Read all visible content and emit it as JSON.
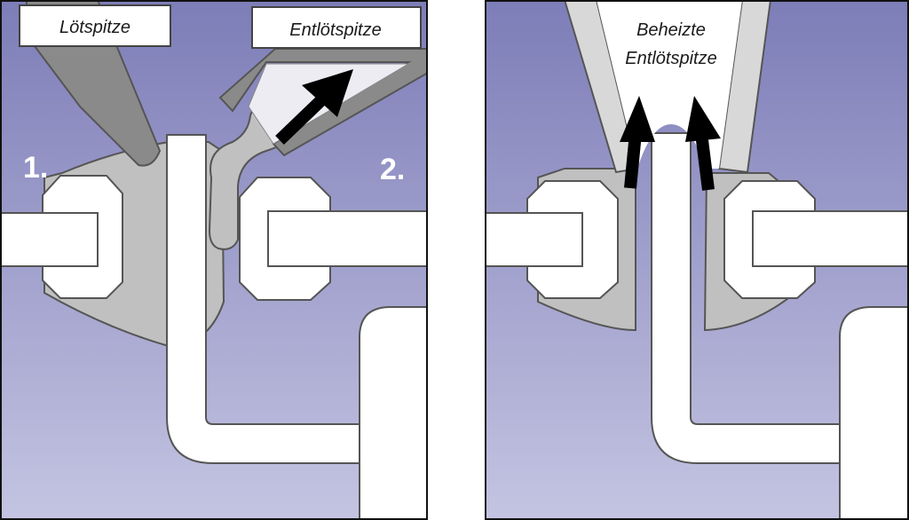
{
  "left_panel": {
    "label_solder_tip": "Lötspitze",
    "label_desolder_tip": "Entlötspitze",
    "step_1": "1.",
    "step_2": "2."
  },
  "right_panel": {
    "label_heated_line1": "Beheizte",
    "label_heated_line2": "Entlötspitze"
  },
  "colors": {
    "board_light": "#c0c0e0",
    "board_dark": "#7a7ab4",
    "solder": "#c0c0c0",
    "tip_dark": "#8a8a8a",
    "tip_light": "#d8d8d8",
    "pad": "#ffffff",
    "outline": "#555555",
    "arrow": "#000000"
  }
}
